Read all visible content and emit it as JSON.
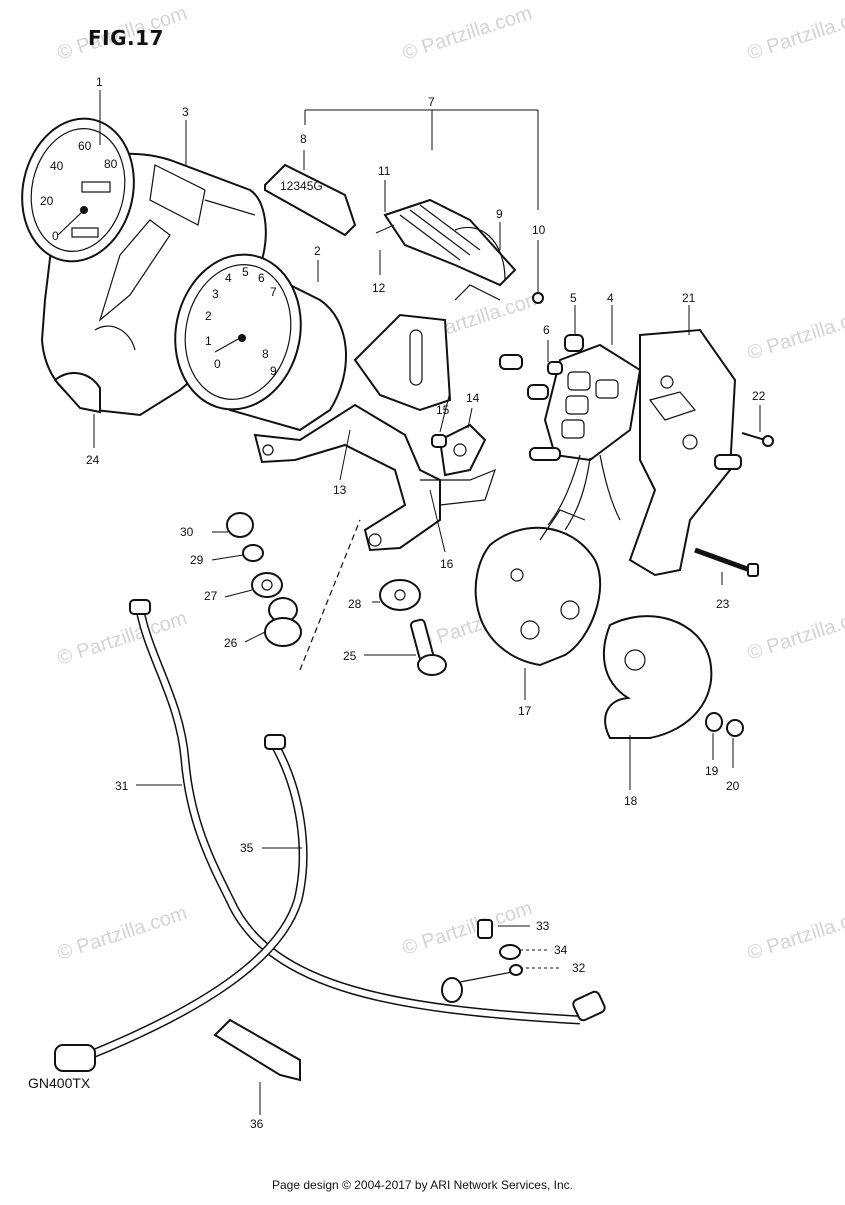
{
  "figure": {
    "title": "FIG.17",
    "model": "GN400TX"
  },
  "watermark_text": "© Partzilla.com",
  "footer": "Page design © 2004-2017 by ARI Network Services, Inc.",
  "gauge_numbers": {
    "speedo": [
      "0",
      "20",
      "40",
      "60",
      "80"
    ],
    "tacho": [
      "0",
      "1",
      "2",
      "3",
      "4",
      "5",
      "6",
      "7",
      "8",
      "9"
    ]
  },
  "callouts": {
    "c1": "1",
    "c2": "2",
    "c3": "3",
    "c4": "4",
    "c5": "5",
    "c6": "6",
    "c7": "7",
    "c8": "8",
    "c9": "9",
    "c10": "10",
    "c11": "11",
    "c12": "12",
    "c13": "13",
    "c14": "14",
    "c15": "15",
    "c16": "16",
    "c17": "17",
    "c18": "18",
    "c19": "19",
    "c20": "20",
    "c21": "21",
    "c22": "22",
    "c23": "23",
    "c24": "24",
    "c25": "25",
    "c26": "26",
    "c27": "27",
    "c28": "28",
    "c29": "29",
    "c30": "30",
    "c31": "31",
    "c32": "32",
    "c33": "33",
    "c34": "34",
    "c35": "35",
    "c36": "36"
  }
}
